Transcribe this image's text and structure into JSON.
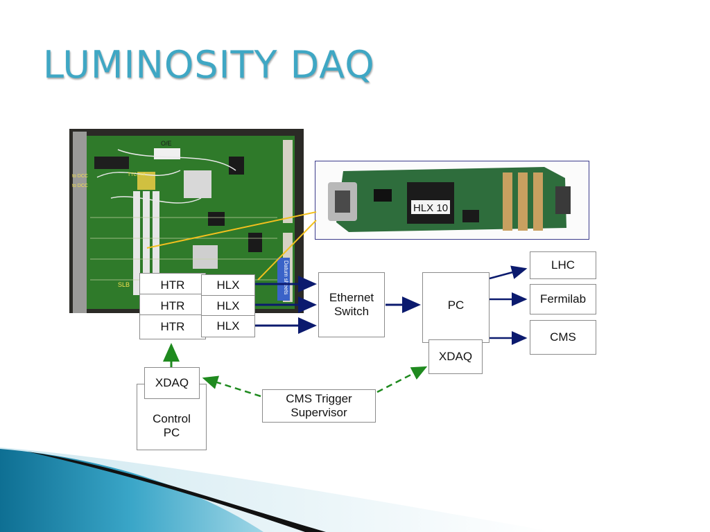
{
  "slide": {
    "title": "LUMINOSITY DAQ"
  },
  "photos": {
    "board": {
      "labels": [
        "O/E",
        "SLB",
        "Datum sheets",
        "TTC, ≡#",
        "to DCC",
        "to DCC"
      ]
    },
    "card": {
      "chip_label": "HLX 10"
    }
  },
  "diagram": {
    "htr": [
      "HTR",
      "HTR",
      "HTR"
    ],
    "hlx": [
      "HLX",
      "HLX",
      "HLX"
    ],
    "ethernet_switch": "Ethernet\nSwitch",
    "pc": "PC",
    "pc_xdaq": "XDAQ",
    "outputs": [
      "LHC",
      "Fermilab",
      "CMS"
    ],
    "control_pc": "Control\nPC",
    "control_xdaq": "XDAQ",
    "trigger_supervisor": "CMS Trigger\nSupervisor"
  },
  "colors": {
    "title": "#3fa7c4",
    "arrow_navy": "#0b1a6e",
    "arrow_green": "#1f8a1f",
    "callout": "#f2c01e",
    "board_green": "#2f7a2a",
    "card_border": "#3a3a8a"
  }
}
